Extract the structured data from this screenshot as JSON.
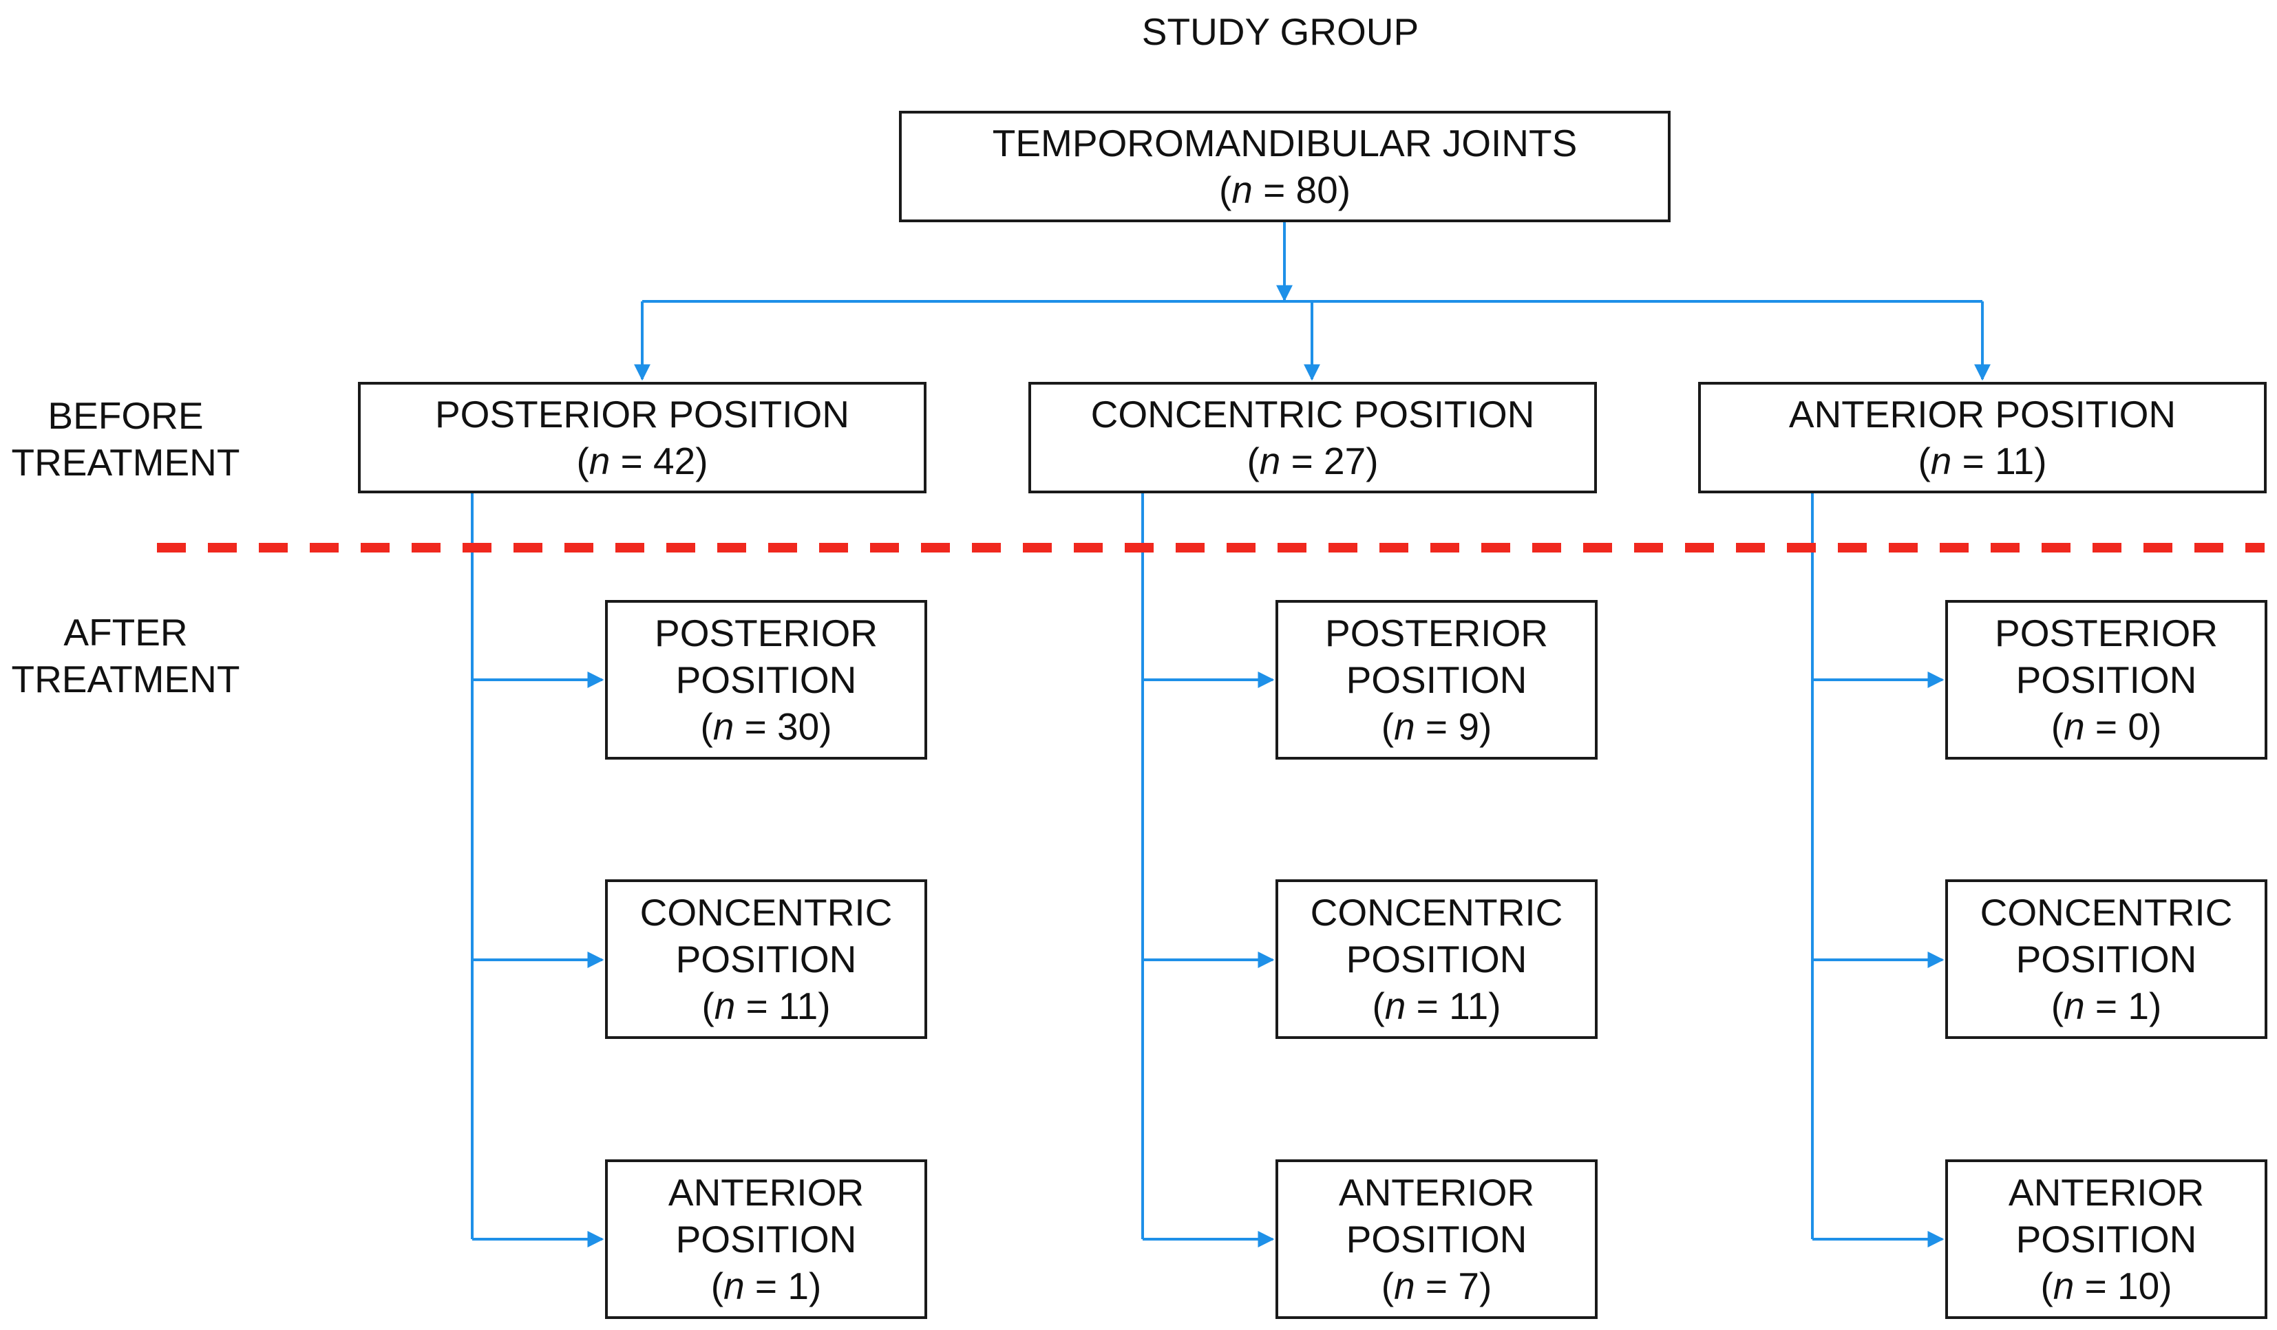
{
  "title": "STUDY GROUP",
  "root": {
    "label": "TEMPOROMANDIBULAR JOINTS",
    "n": "80"
  },
  "phases": {
    "before": [
      "BEFORE",
      "TREATMENT"
    ],
    "after": [
      "AFTER",
      "TREATMENT"
    ]
  },
  "n_symbol": "n",
  "before_groups": [
    {
      "label": "POSTERIOR POSITION",
      "n": "42",
      "after": [
        {
          "label": [
            "POSTERIOR",
            "POSITION"
          ],
          "n": "30"
        },
        {
          "label": [
            "CONCENTRIC",
            "POSITION"
          ],
          "n": "11"
        },
        {
          "label": [
            "ANTERIOR",
            "POSITION"
          ],
          "n": "1"
        }
      ]
    },
    {
      "label": "CONCENTRIC POSITION",
      "n": "27",
      "after": [
        {
          "label": [
            "POSTERIOR",
            "POSITION"
          ],
          "n": "9"
        },
        {
          "label": [
            "CONCENTRIC",
            "POSITION"
          ],
          "n": "11"
        },
        {
          "label": [
            "ANTERIOR",
            "POSITION"
          ],
          "n": "7"
        }
      ]
    },
    {
      "label": "ANTERIOR POSITION",
      "n": "11",
      "after": [
        {
          "label": [
            "POSTERIOR",
            "POSITION"
          ],
          "n": "0"
        },
        {
          "label": [
            "CONCENTRIC",
            "POSITION"
          ],
          "n": "1"
        },
        {
          "label": [
            "ANTERIOR",
            "POSITION"
          ],
          "n": "10"
        }
      ]
    }
  ],
  "colors": {
    "connector": "#1E90E8",
    "divider": "#F0281E",
    "box_border": "#1a1a1a"
  }
}
